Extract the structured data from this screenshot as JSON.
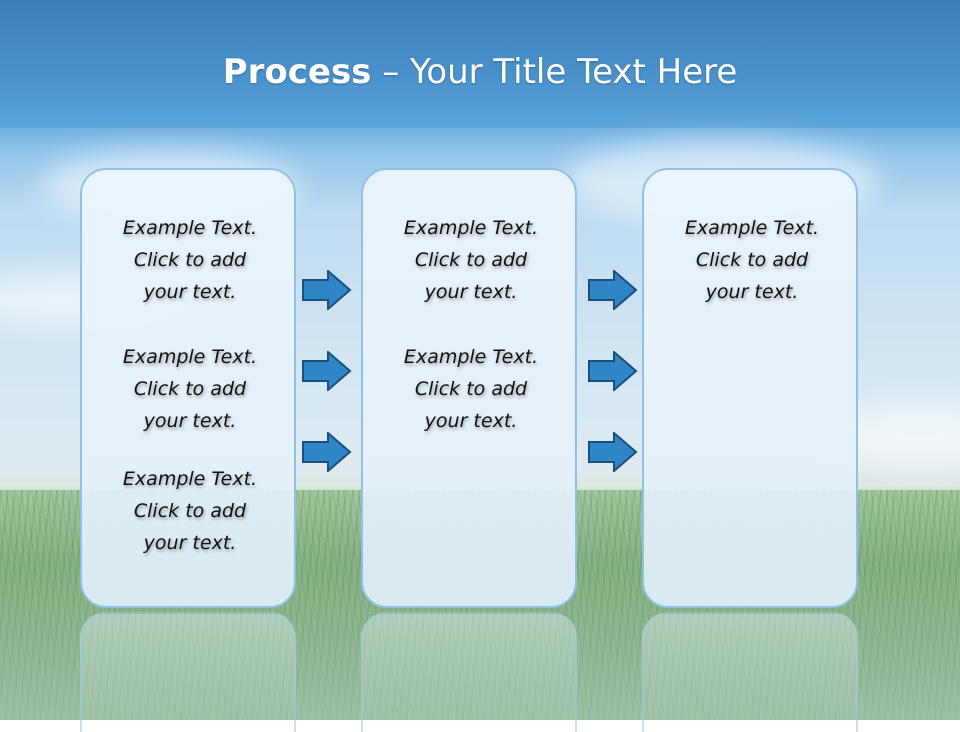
{
  "title": {
    "strong": "Process",
    "rest": " – Your Title Text Here"
  },
  "colors": {
    "sky_top": "#3d83be",
    "panel_border": "#8fc0e6",
    "arrow_fill": "#2e86c6",
    "arrow_stroke": "#1b4f7c"
  },
  "panels": [
    {
      "blocks": [
        [
          "Example Text.",
          "Click  to add",
          "your text."
        ],
        [
          "Example Text.",
          "Click  to add",
          "your text."
        ],
        [
          "Example Text.",
          "Click  to add",
          "your text."
        ]
      ]
    },
    {
      "blocks": [
        [
          "Example Text.",
          "Click  to add",
          "your text."
        ],
        [
          "Example Text.",
          "Click  to add",
          "your text."
        ]
      ]
    },
    {
      "blocks": [
        [
          "Example Text.",
          "Click  to add",
          "your text."
        ]
      ]
    }
  ],
  "arrow_icon": "right-arrow-icon"
}
